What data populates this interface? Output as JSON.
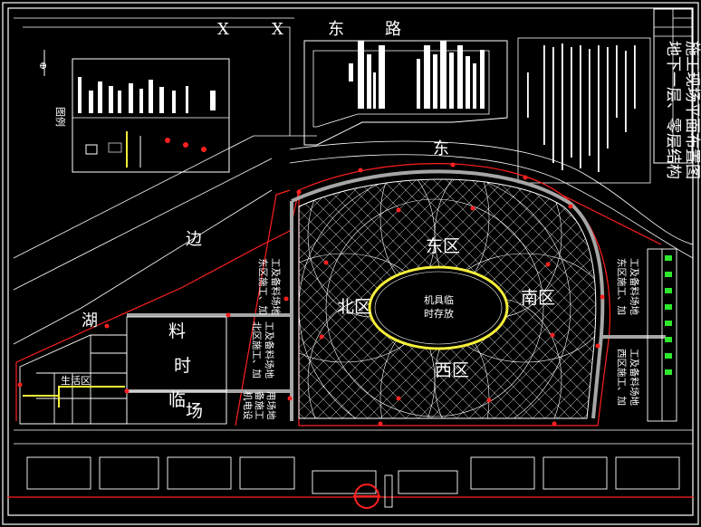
{
  "drawing": {
    "title_line1": "地下一层、零层结构",
    "title_line2": "施工现场平面布置图"
  },
  "streets": {
    "top_x1": "X",
    "top_x2": "X",
    "dong": "东",
    "lu": "路",
    "side_dong": "东",
    "hu": "湖",
    "bian": "边"
  },
  "zones": {
    "north": "北区",
    "east": "东区",
    "south": "南区",
    "west": "西区"
  },
  "center_label": {
    "line1": "机具临",
    "line2": "时存放"
  },
  "temp_area": {
    "lin": "临",
    "shi": "时",
    "liao": "料",
    "chang": "场"
  },
  "yards": {
    "east_yard": [
      "东区施工、加",
      "工及备料场地"
    ],
    "north_yard": [
      "北区施工、加",
      "工及备料场地"
    ],
    "equipment_yard": [
      "机电设",
      "备施工",
      "用场地"
    ],
    "east2_yard": [
      "东区施工、加",
      "工及备料场地"
    ],
    "south_yard": [
      "西区施工、加",
      "工及备料场地"
    ]
  },
  "legend": {
    "title": "图例"
  },
  "left_area": {
    "label": "生活区"
  },
  "colors": {
    "background": "#000000",
    "lines": "#ffffff",
    "fence": "#ff2020",
    "road": "#a6a6a6",
    "ring": "#f5ef3a"
  }
}
